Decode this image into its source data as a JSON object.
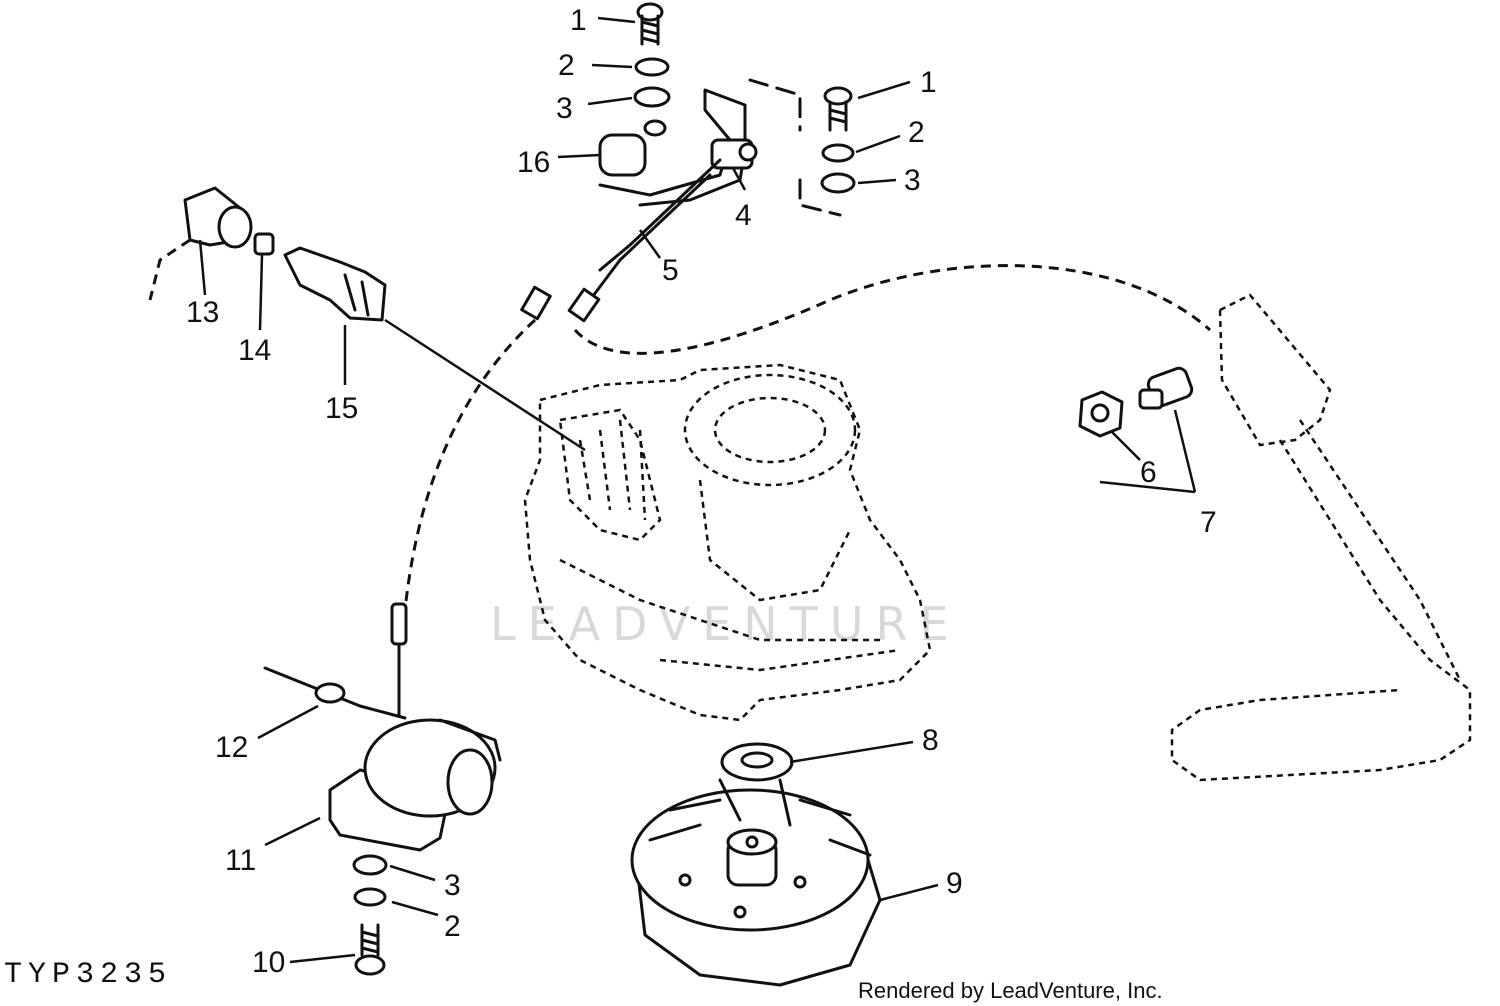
{
  "diagram": {
    "callouts": {
      "c1a": "1",
      "c2a": "2",
      "c3a": "3",
      "c1b": "1",
      "c2b": "2",
      "c3b": "3",
      "c4": "4",
      "c5": "5",
      "c6": "6",
      "c7": "7",
      "c8": "8",
      "c9": "9",
      "c10": "10",
      "c11": "11",
      "c12": "12",
      "c13": "13",
      "c14": "14",
      "c15": "15",
      "c16": "16",
      "c3c": "3",
      "c2c": "2"
    },
    "figure_code": "TYP3235",
    "watermark": "LEADVENTURE",
    "credit": "Rendered by LeadVenture, Inc."
  }
}
